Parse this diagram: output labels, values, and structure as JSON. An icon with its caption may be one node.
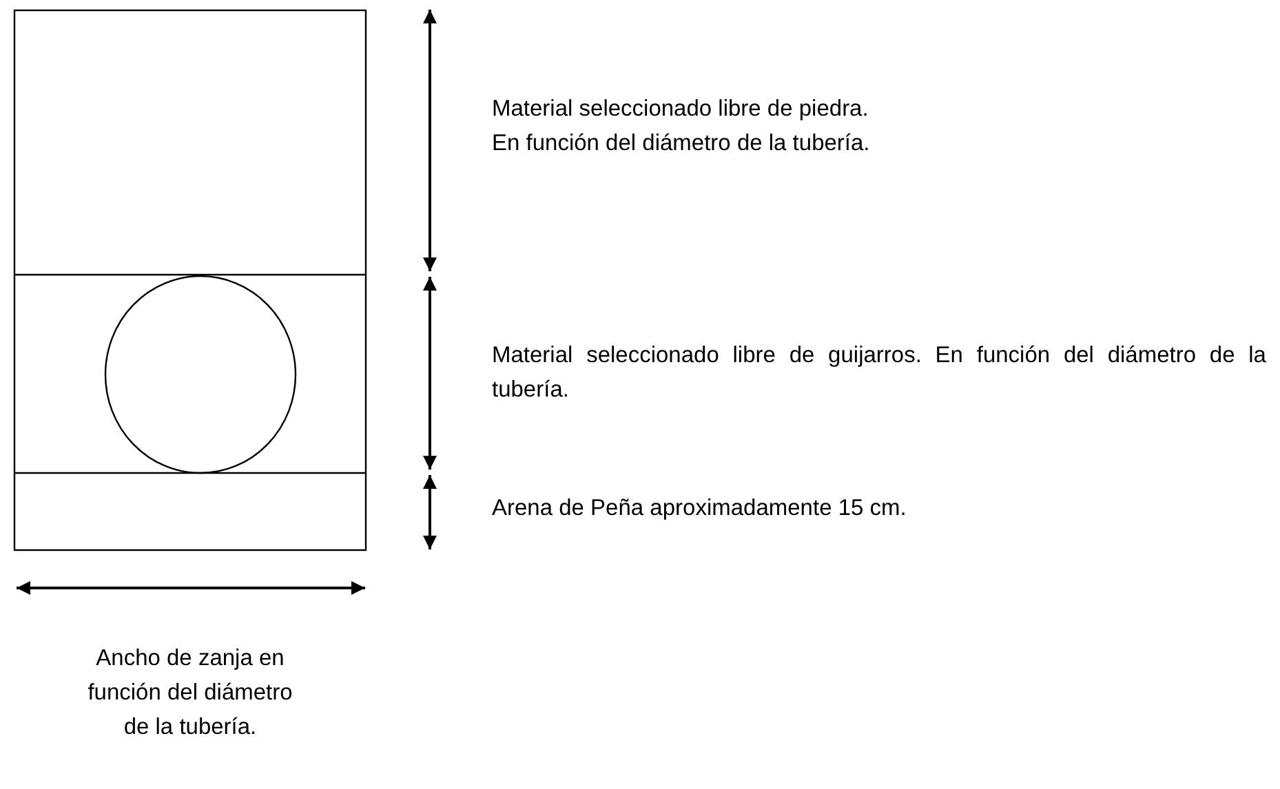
{
  "diagram": {
    "labels": [
      "Material seleccionado libre de piedra. En función del diámetro de la tubería.",
      "Material seleccionado libre de guijarros. En función del diámetro de la tubería.",
      "Arena de Peña aproximadamente 15 cm.",
      "Ancho de zanja en función del diámetro de la tubería."
    ]
  }
}
